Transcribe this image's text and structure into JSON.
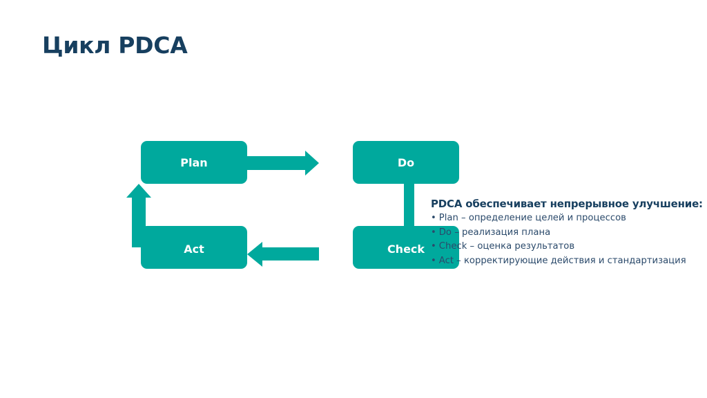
{
  "slide": {
    "title": "Цикл PDCA"
  },
  "colors": {
    "accent": "#00a99d",
    "title": "#173f5f",
    "text": "#2b4a6b",
    "background": "#ffffff"
  },
  "diagram": {
    "boxes": [
      {
        "id": "plan",
        "label": "Plan"
      },
      {
        "id": "do",
        "label": "Do"
      },
      {
        "id": "check",
        "label": "Check"
      },
      {
        "id": "act",
        "label": "Act"
      }
    ],
    "connections": [
      {
        "from": "plan",
        "to": "do",
        "type": "arrow"
      },
      {
        "from": "do",
        "to": "check",
        "type": "line"
      },
      {
        "from": "check",
        "to": "act",
        "type": "arrow"
      },
      {
        "from": "act",
        "to": "plan",
        "type": "arrow"
      }
    ]
  },
  "note": {
    "heading": "PDCA обеспечивает непрерывное улучшение:",
    "bullet": "•",
    "items": [
      "Plan – определение целей и процессов",
      "Do – реализация плана",
      "Check – оценка результатов",
      "Act – корректирующие действия и стандартизация"
    ]
  }
}
